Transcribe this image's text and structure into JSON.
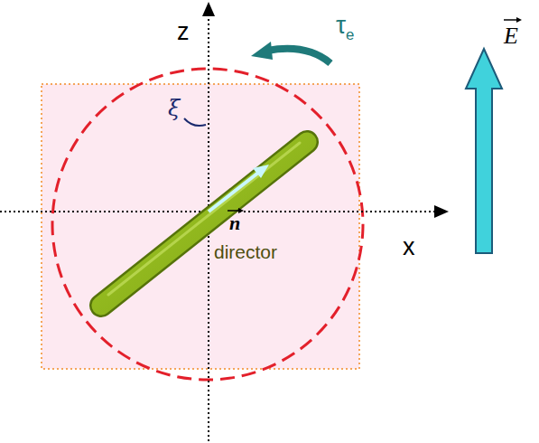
{
  "diagram": {
    "labels": [
      "z",
      "ξ",
      "τe",
      "n",
      "director",
      "x",
      "E"
    ]
  }
}
